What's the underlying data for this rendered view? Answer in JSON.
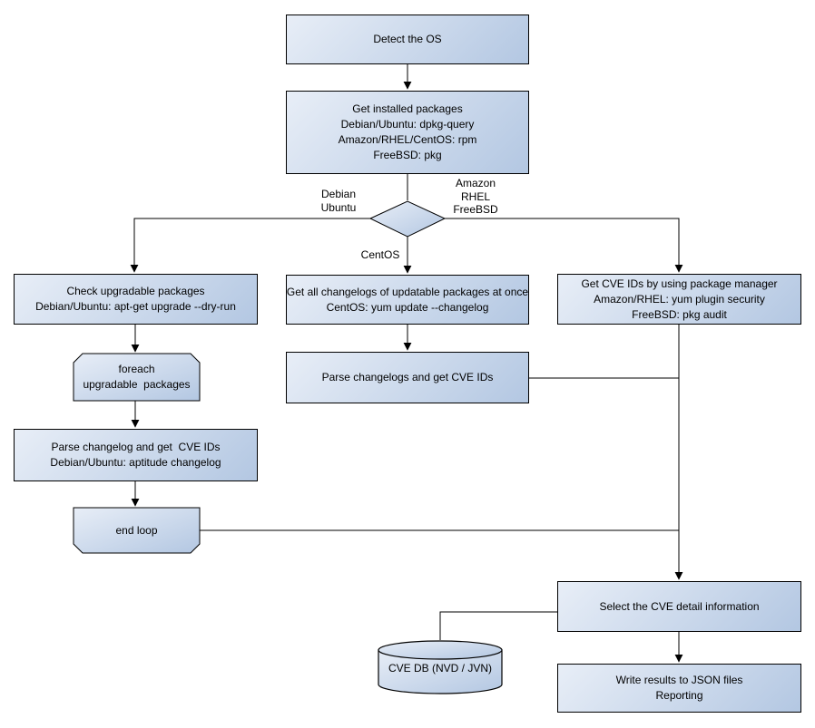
{
  "flowchart": {
    "nodes": {
      "detect_os": {
        "label": "Detect the OS"
      },
      "get_installed_packages": {
        "label": "Get installed packages\nDebian/Ubuntu: dpkg-query\nAmazon/RHEL/CentOS: rpm\nFreeBSD: pkg"
      },
      "check_upgradable": {
        "label": "Check upgradable packages\nDebian/Ubuntu: apt-get upgrade --dry-run"
      },
      "foreach_loop_start": {
        "label": "foreach\nupgradable  packages"
      },
      "parse_changelog_left": {
        "label": "Parse changelog and get  CVE IDs\nDebian/Ubuntu: aptitude changelog"
      },
      "end_loop": {
        "label": "end loop"
      },
      "get_all_changelogs": {
        "label": "Get all changelogs of updatable packages at once\nCentOS: yum update --changelog"
      },
      "parse_changelogs_mid": {
        "label": "Parse changelogs and get CVE IDs"
      },
      "get_cve_ids_pkg_manager": {
        "label": "Get CVE IDs by using package manager\nAmazon/RHEL: yum plugin security\nFreeBSD: pkg audit"
      },
      "select_cve_detail": {
        "label": "Select the CVE detail information"
      },
      "cve_db": {
        "label": "CVE DB (NVD / JVN)"
      },
      "write_results": {
        "label": "Write results to JSON files\nReporting"
      }
    },
    "edge_labels": {
      "debian_ubuntu": "Debian\nUbuntu",
      "amazon_rhel_freebsd": "Amazon\nRHEL\nFreeBSD",
      "centos": "CentOS"
    },
    "colors": {
      "node_fill_light": "#e8eef7",
      "node_fill_dark": "#b3c7e2",
      "node_border": "#000000",
      "connector": "#000000",
      "background": "#ffffff",
      "text": "#000000"
    }
  }
}
